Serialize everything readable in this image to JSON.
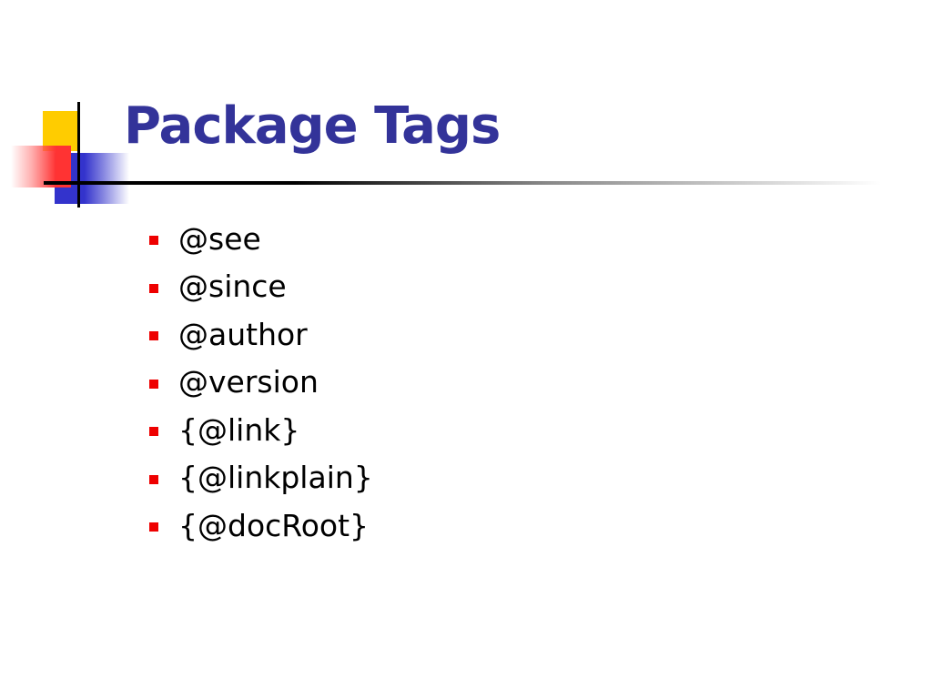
{
  "slide": {
    "title": "Package Tags",
    "bullets": [
      {
        "text": "@see"
      },
      {
        "text": "@since"
      },
      {
        "text": "@author"
      },
      {
        "text": "@version"
      },
      {
        "text": "{@link}"
      },
      {
        "text": "{@linkplain}"
      },
      {
        "text": "{@docRoot}"
      }
    ]
  },
  "colors": {
    "title": "#333399",
    "bullet_marker": "#ee0000",
    "deco_yellow": "#ffcc00",
    "deco_blue": "#3333cc",
    "deco_red": "#ff3333"
  }
}
